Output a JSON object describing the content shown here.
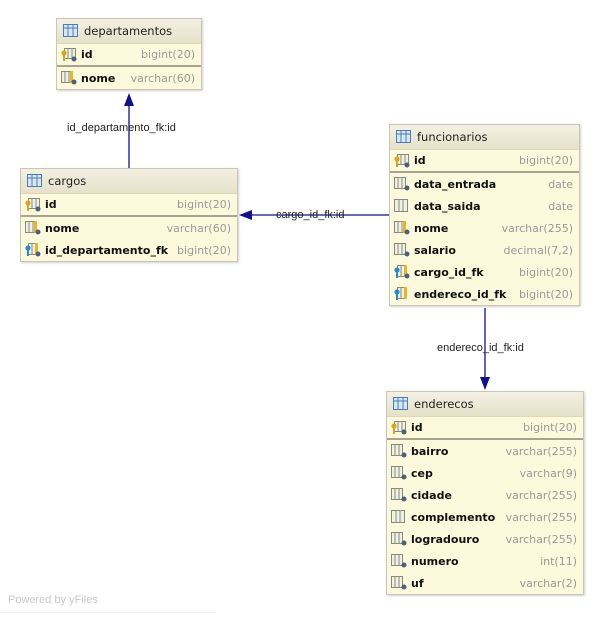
{
  "tables": {
    "departamentos": {
      "name": "departamentos",
      "pk": {
        "name": "id",
        "type": "bigint(20)",
        "icon": "primary-key-column-icon"
      },
      "columns": [
        {
          "name": "nome",
          "type": "varchar(60)",
          "icon": "indexed-column-icon"
        }
      ]
    },
    "cargos": {
      "name": "cargos",
      "pk": {
        "name": "id",
        "type": "bigint(20)",
        "icon": "primary-key-column-icon"
      },
      "columns": [
        {
          "name": "nome",
          "type": "varchar(60)",
          "icon": "indexed-column-icon"
        },
        {
          "name": "id_departamento_fk",
          "type": "bigint(20)",
          "icon": "foreign-key-column-icon"
        }
      ]
    },
    "funcionarios": {
      "name": "funcionarios",
      "pk": {
        "name": "id",
        "type": "bigint(20)",
        "icon": "primary-key-column-icon"
      },
      "columns": [
        {
          "name": "data_entrada",
          "type": "date",
          "icon": "not-null-column-icon"
        },
        {
          "name": "data_saida",
          "type": "date",
          "icon": "column-icon"
        },
        {
          "name": "nome",
          "type": "varchar(255)",
          "icon": "indexed-column-icon"
        },
        {
          "name": "salario",
          "type": "decimal(7,2)",
          "icon": "not-null-column-icon"
        },
        {
          "name": "cargo_id_fk",
          "type": "bigint(20)",
          "icon": "foreign-key-column-icon"
        },
        {
          "name": "endereco_id_fk",
          "type": "bigint(20)",
          "icon": "foreign-key-column-icon"
        }
      ]
    },
    "enderecos": {
      "name": "enderecos",
      "pk": {
        "name": "id",
        "type": "bigint(20)",
        "icon": "primary-key-column-icon"
      },
      "columns": [
        {
          "name": "bairro",
          "type": "varchar(255)",
          "icon": "not-null-column-icon"
        },
        {
          "name": "cep",
          "type": "varchar(9)",
          "icon": "not-null-column-icon"
        },
        {
          "name": "cidade",
          "type": "varchar(255)",
          "icon": "not-null-column-icon"
        },
        {
          "name": "complemento",
          "type": "varchar(255)",
          "icon": "column-icon"
        },
        {
          "name": "logradouro",
          "type": "varchar(255)",
          "icon": "not-null-column-icon"
        },
        {
          "name": "numero",
          "type": "int(11)",
          "icon": "not-null-column-icon"
        },
        {
          "name": "uf",
          "type": "varchar(2)",
          "icon": "not-null-column-icon"
        }
      ]
    }
  },
  "relations": [
    {
      "label": "id_departamento_fk:id",
      "from": "cargos",
      "to": "departamentos"
    },
    {
      "label": "cargo_id_fk:id",
      "from": "funcionarios",
      "to": "cargos"
    },
    {
      "label": "endereco_id_fk:id",
      "from": "funcionarios",
      "to": "enderecos"
    }
  ],
  "colors": {
    "edge": "#10108a",
    "table_bg": "#fdf9dc",
    "table_header": "#e9e5cf",
    "type_text": "#9a9a9a"
  },
  "footer": {
    "text": "Powered by yFiles"
  }
}
